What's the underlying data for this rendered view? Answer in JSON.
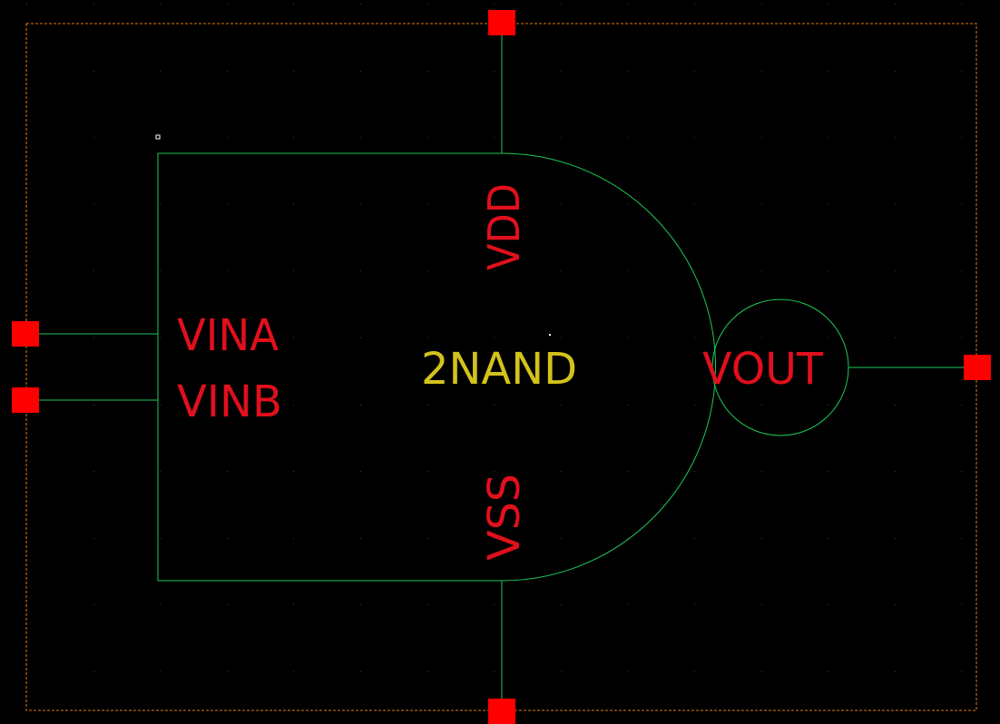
{
  "symbol": {
    "cell_name": "2NAND",
    "input_pins": [
      "VINA",
      "VINB"
    ],
    "output_pin": "VOUT",
    "supply_pin": "VDD",
    "ground_pin": "VSS"
  },
  "colors": {
    "background": "#000000",
    "wire": "#1ec85a",
    "pin_label": "#e0101c",
    "cell_label": "#d4c21c",
    "pin_square": "#ff0000",
    "boundary": "#e07a18",
    "grid_dot": "#3a3a5a",
    "origin_marker": "#ffffff"
  },
  "icons": {
    "pin_marker": "red-square-pin",
    "grid": "dot-grid"
  }
}
